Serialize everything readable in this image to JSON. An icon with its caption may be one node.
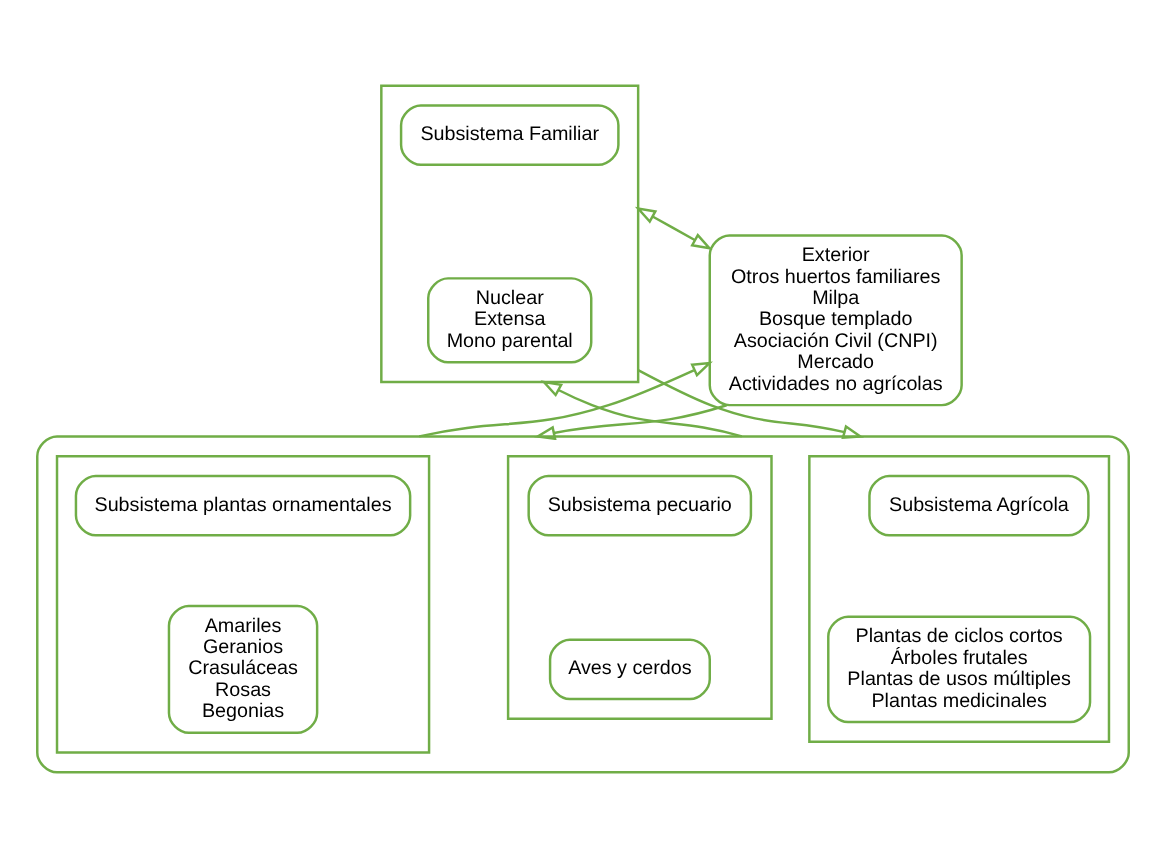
{
  "diagram": {
    "nodes": [
      {
        "text": [],
        "shape": "box"
      },
      {
        "text": [
          "Subsistema Familiar"
        ],
        "in": 0
      },
      {
        "text": [
          "Nuclear",
          "Extensa",
          "Mono parental"
        ],
        "in": 0
      },
      {
        "text": [
          "Exterior",
          "Otros huertos familiares",
          "Milpa",
          "Bosque templado",
          "Asociación Civil (CNPI)",
          "Mercado",
          "Actividades no agrícolas"
        ]
      },
      {
        "text": [],
        "shape": "box"
      },
      {
        "text": [],
        "shape": "box",
        "in": 4
      },
      {
        "text": [
          "Subsistema Agrícola"
        ],
        "in": 5
      },
      {
        "text": [
          "Plantas de ciclos cortos",
          "Árboles frutales",
          "Plantas de usos múltiples",
          "Plantas medicinales"
        ],
        "in": 5
      },
      {
        "text": [],
        "shape": "box",
        "in": 4
      },
      {
        "text": [
          "Subsistema pecuario"
        ],
        "in": 8
      },
      {
        "text": [
          "Aves y cerdos"
        ],
        "in": 8
      },
      {
        "text": [],
        "shape": "box",
        "in": 4
      },
      {
        "text": [
          "Subsistema plantas ornamentales"
        ],
        "in": 11
      },
      {
        "text": [
          "Amariles",
          "Geranios",
          "Crasuláceas",
          "Rosas",
          "Begonias"
        ],
        "in": 11
      }
    ],
    "edges": [
      {
        "from": 0,
        "to": 3,
        "arrow": "both"
      },
      {
        "from": 0,
        "to": 4,
        "arrow": "to"
      },
      {
        "from": 4,
        "to": 0,
        "arrow": "to"
      },
      {
        "from": 3,
        "to": 4,
        "arrow": "to"
      },
      {
        "from": 4,
        "to": 3,
        "arrow": "to"
      }
    ]
  }
}
